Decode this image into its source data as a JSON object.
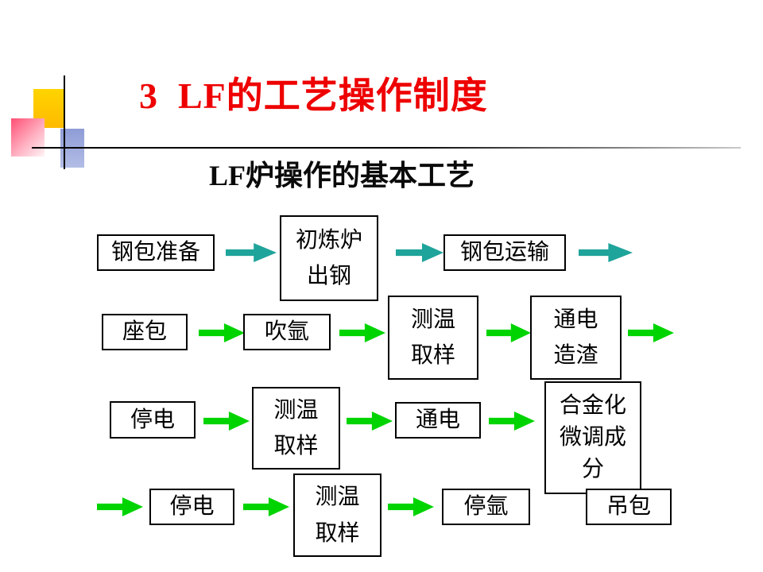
{
  "slide": {
    "title": "3  LF的工艺操作制度",
    "subtitle": "LF炉操作的基本工艺"
  },
  "colors": {
    "title_red": "#EE0000",
    "teal_arrow": "#1FA49B",
    "green_arrow": "#00D400",
    "box_border": "#000000"
  },
  "flowchart": {
    "nodes": {
      "ladle_preparation": {
        "label": "钢包准备"
      },
      "primary_furnace_tapping": {
        "label": "初炼炉\n出钢"
      },
      "ladle_transport": {
        "label": "钢包运输"
      },
      "seat_ladle": {
        "label": "座包"
      },
      "argon_blowing": {
        "label": "吹氩"
      },
      "temp_sampling_1": {
        "label": "测温\n取样"
      },
      "power_on_slagging": {
        "label": "通电\n造渣"
      },
      "power_off_1": {
        "label": "停电"
      },
      "temp_sampling_2": {
        "label": "测温\n取样"
      },
      "power_on": {
        "label": "通电"
      },
      "alloying_trim": {
        "label": "合金化\n微调成分"
      },
      "power_off_2": {
        "label": "停电"
      },
      "temp_sampling_3": {
        "label": "测温\n取样"
      },
      "argon_off": {
        "label": "停氩"
      },
      "ladle_lifting": {
        "label": "吊包"
      }
    }
  }
}
